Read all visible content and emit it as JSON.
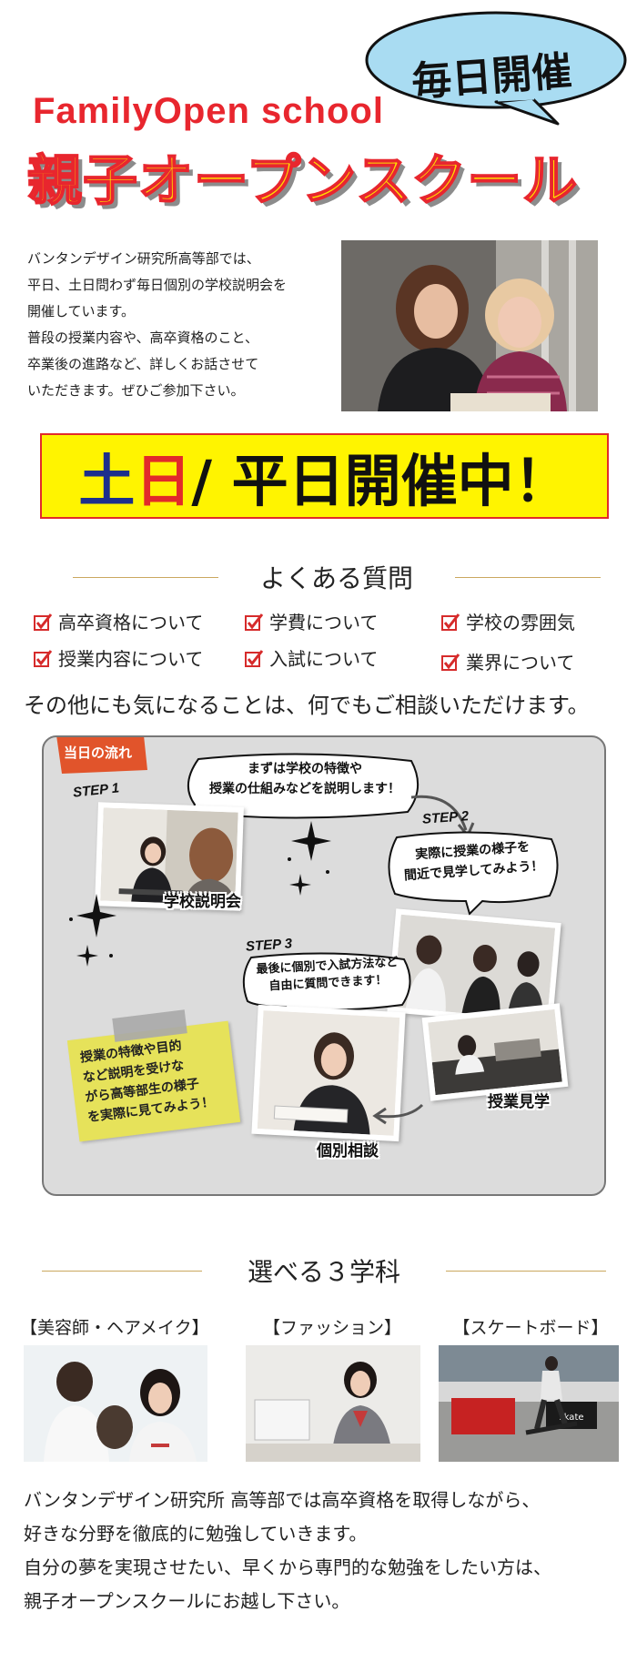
{
  "header": {
    "bubble": "毎日開催",
    "title_en": "FamilyOpen school",
    "title_jp": "親子オープンスクール"
  },
  "intro": {
    "lines": [
      "バンタンデザイン研究所高等部では、",
      "平日、土日問わず毎日個別の学校説明会を",
      "開催しています。",
      "普段の授業内容や、高卒資格のこと、",
      "卒業後の進路など、詳しくお話させて",
      "いただきます。ぜひご参加下さい。"
    ]
  },
  "banner": {
    "part1": "土",
    "part2": "日",
    "part3": " / 平日開催中！"
  },
  "faq": {
    "title": "よくある質問",
    "items": [
      "高卒資格について",
      "学費について",
      "学校の雰囲気",
      "授業内容について",
      "入試について",
      "業界について"
    ],
    "note": "その他にも気になることは、何でもご相談いただけます。"
  },
  "flow": {
    "tag": "当日の流れ",
    "step1": "STEP 1",
    "step2": "STEP 2",
    "step3": "STEP 3",
    "bubble1": [
      "まずは学校の特徴や",
      "授業の仕組みなどを説明します！"
    ],
    "bubble2": [
      "実際に授業の様子を",
      "間近で見学してみよう！"
    ],
    "bubble3": [
      "最後に個別で入試方法など",
      "自由に質問できます！"
    ],
    "caption1": "学校説明会",
    "caption2": "授業見学",
    "caption3": "個別相談",
    "note": [
      "授業の特徴や目的",
      "など説明を受けな",
      "がら高等部生の様子",
      "を実際に見てみよう！"
    ]
  },
  "departments": {
    "title": "選べる３学科",
    "items": [
      "【美容師・ヘアメイク】",
      "【ファッション】",
      "【スケートボード】"
    ],
    "photo_text": "skate"
  },
  "closing": {
    "lines": [
      "バンタンデザイン研究所 高等部では高卒資格を取得しながら、",
      "好きな分野を徹底的に勉強していきます。",
      "自分の夢を実現させたい、早くから専門的な勉強をしたい方は、",
      "親子オープンスクールにお越し下さい。"
    ]
  },
  "colors": {
    "red": "#e8262e",
    "yellow": "#ffe100",
    "bubble_blue": "#a9dcf2",
    "gold_line": "#caa85f",
    "flow_tag": "#e1542b"
  }
}
